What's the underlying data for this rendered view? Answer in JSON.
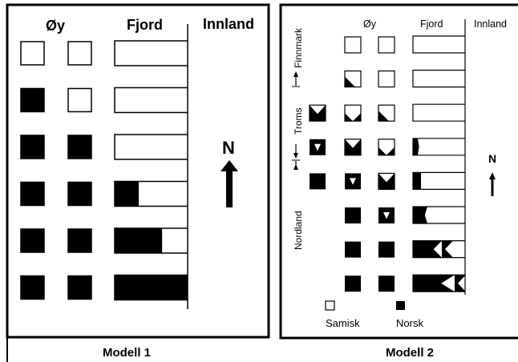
{
  "modell1": {
    "caption": "Modell 1",
    "headers": {
      "oy": "Øy",
      "fjord": "Fjord",
      "innland": "Innland"
    },
    "north": "N",
    "rows": [
      {
        "island_outer": "Samisk",
        "island_inner": "Samisk",
        "fjord_norsk_fraction": 0.0
      },
      {
        "island_outer": "Norsk",
        "island_inner": "Samisk",
        "fjord_norsk_fraction": 0.0
      },
      {
        "island_outer": "Norsk",
        "island_inner": "Norsk",
        "fjord_norsk_fraction": 0.0
      },
      {
        "island_outer": "Norsk",
        "island_inner": "Norsk",
        "fjord_norsk_fraction": 0.33
      },
      {
        "island_outer": "Norsk",
        "island_inner": "Norsk",
        "fjord_norsk_fraction": 0.65
      },
      {
        "island_outer": "Norsk",
        "island_inner": "Norsk",
        "fjord_norsk_fraction": 1.0
      }
    ]
  },
  "modell2": {
    "caption": "Modell 2",
    "headers": {
      "oy": "Øy",
      "fjord": "Fjord",
      "innland": "Innland"
    },
    "north": "N",
    "regions": {
      "finnmark": "Finnmark",
      "troms": "Troms",
      "nordland": "Nordland"
    },
    "legend": {
      "samisk": "Samisk",
      "norsk": "Norsk"
    },
    "rows": [
      {
        "outer": "none",
        "mid": "empty",
        "inner": "empty",
        "fjord": "empty"
      },
      {
        "outer": "none",
        "mid": "corner",
        "inner": "empty",
        "fjord": "empty"
      },
      {
        "outer": "hourglass",
        "mid": "half-triangle",
        "inner": "corner",
        "fjord": "empty"
      },
      {
        "outer": "tri-in-black",
        "mid": "hourglass",
        "inner": "half-triangle",
        "fjord": "small-wedge"
      },
      {
        "outer": "full",
        "mid": "tri-in-black",
        "inner": "hourglass",
        "fjord": "mid-wedge"
      },
      {
        "outer": "none",
        "mid": "full",
        "inner": "tri-in-black",
        "fjord": "large-wedge"
      },
      {
        "outer": "none",
        "mid": "full",
        "inner": "full",
        "fjord": "larger-wedge"
      },
      {
        "outer": "none",
        "mid": "full",
        "inner": "full",
        "fjord": "largest-wedge"
      }
    ]
  }
}
